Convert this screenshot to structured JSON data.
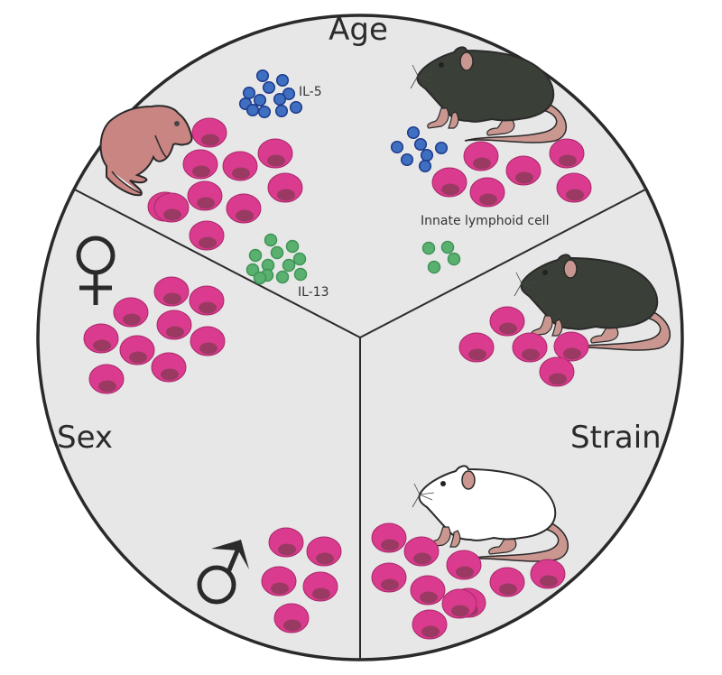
{
  "colors": {
    "background": "#ffffff",
    "circle_fill": "#e7e7e7",
    "outline": "#2a2a2a",
    "ilc_cell": "#db3b8e",
    "ilc_nucleus": "#9a3a63",
    "il5_dot": "#3e6fc0",
    "il5_stroke": "#1f3a8c",
    "il13_dot": "#59b06f",
    "il13_stroke": "#3f9456",
    "pup": "#c98582",
    "black_mouse": "#3a4038",
    "white_mouse": "#ffffff",
    "mouse_pink": "#c99690"
  },
  "sections": {
    "age": {
      "label": "Age"
    },
    "sex": {
      "label": "Sex"
    },
    "strain": {
      "label": "Strain"
    }
  },
  "annotations": {
    "il5": "IL-5",
    "il13": "IL-13",
    "ilc": "Innate lymphoid cell"
  },
  "symbols": {
    "female": "female-symbol",
    "male": "male-symbol"
  },
  "counts": {
    "pup_ilc": 10,
    "adult_ilc": 6,
    "pup_il5": 12,
    "adult_il5": 7,
    "pup_il13": 12,
    "adult_il13": 4,
    "female_ilc": 9,
    "male_ilc": 5,
    "black_strain_ilc": 5,
    "white_strain_ilc": 10
  }
}
